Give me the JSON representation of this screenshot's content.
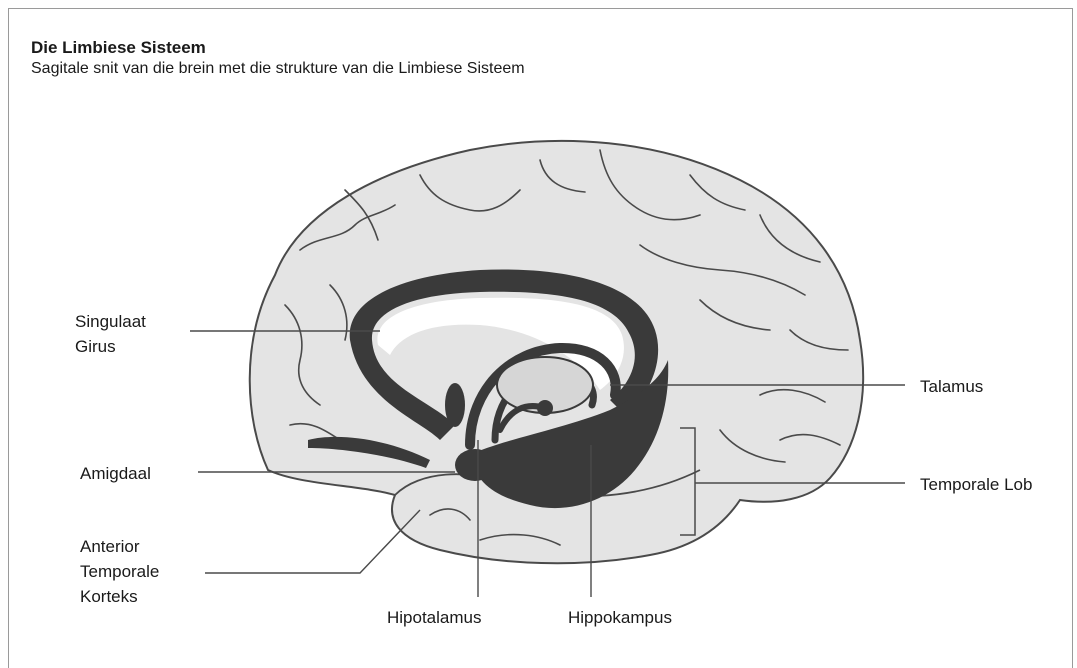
{
  "title": "Die Limbiese Sisteem",
  "subtitle": "Sagitale snit van die brein met die strukture van die Limbiese Sisteem",
  "labels": {
    "singulaat_line1": "Singulaat",
    "singulaat_line2": "Girus",
    "talamus": "Talamus",
    "amigdaal": "Amigdaal",
    "temporale_lob": "Temporale Lob",
    "anterior_line1": "Anterior",
    "anterior_line2": "Temporale",
    "anterior_line3": "Korteks",
    "hipotalamus": "Hipotalamus",
    "hippokampus": "Hippokampus"
  },
  "colors": {
    "brain_fill": "#e4e4e4",
    "outline": "#4a4a4a",
    "limbic": "#3a3a3a",
    "inner_white": "#ffffff"
  }
}
